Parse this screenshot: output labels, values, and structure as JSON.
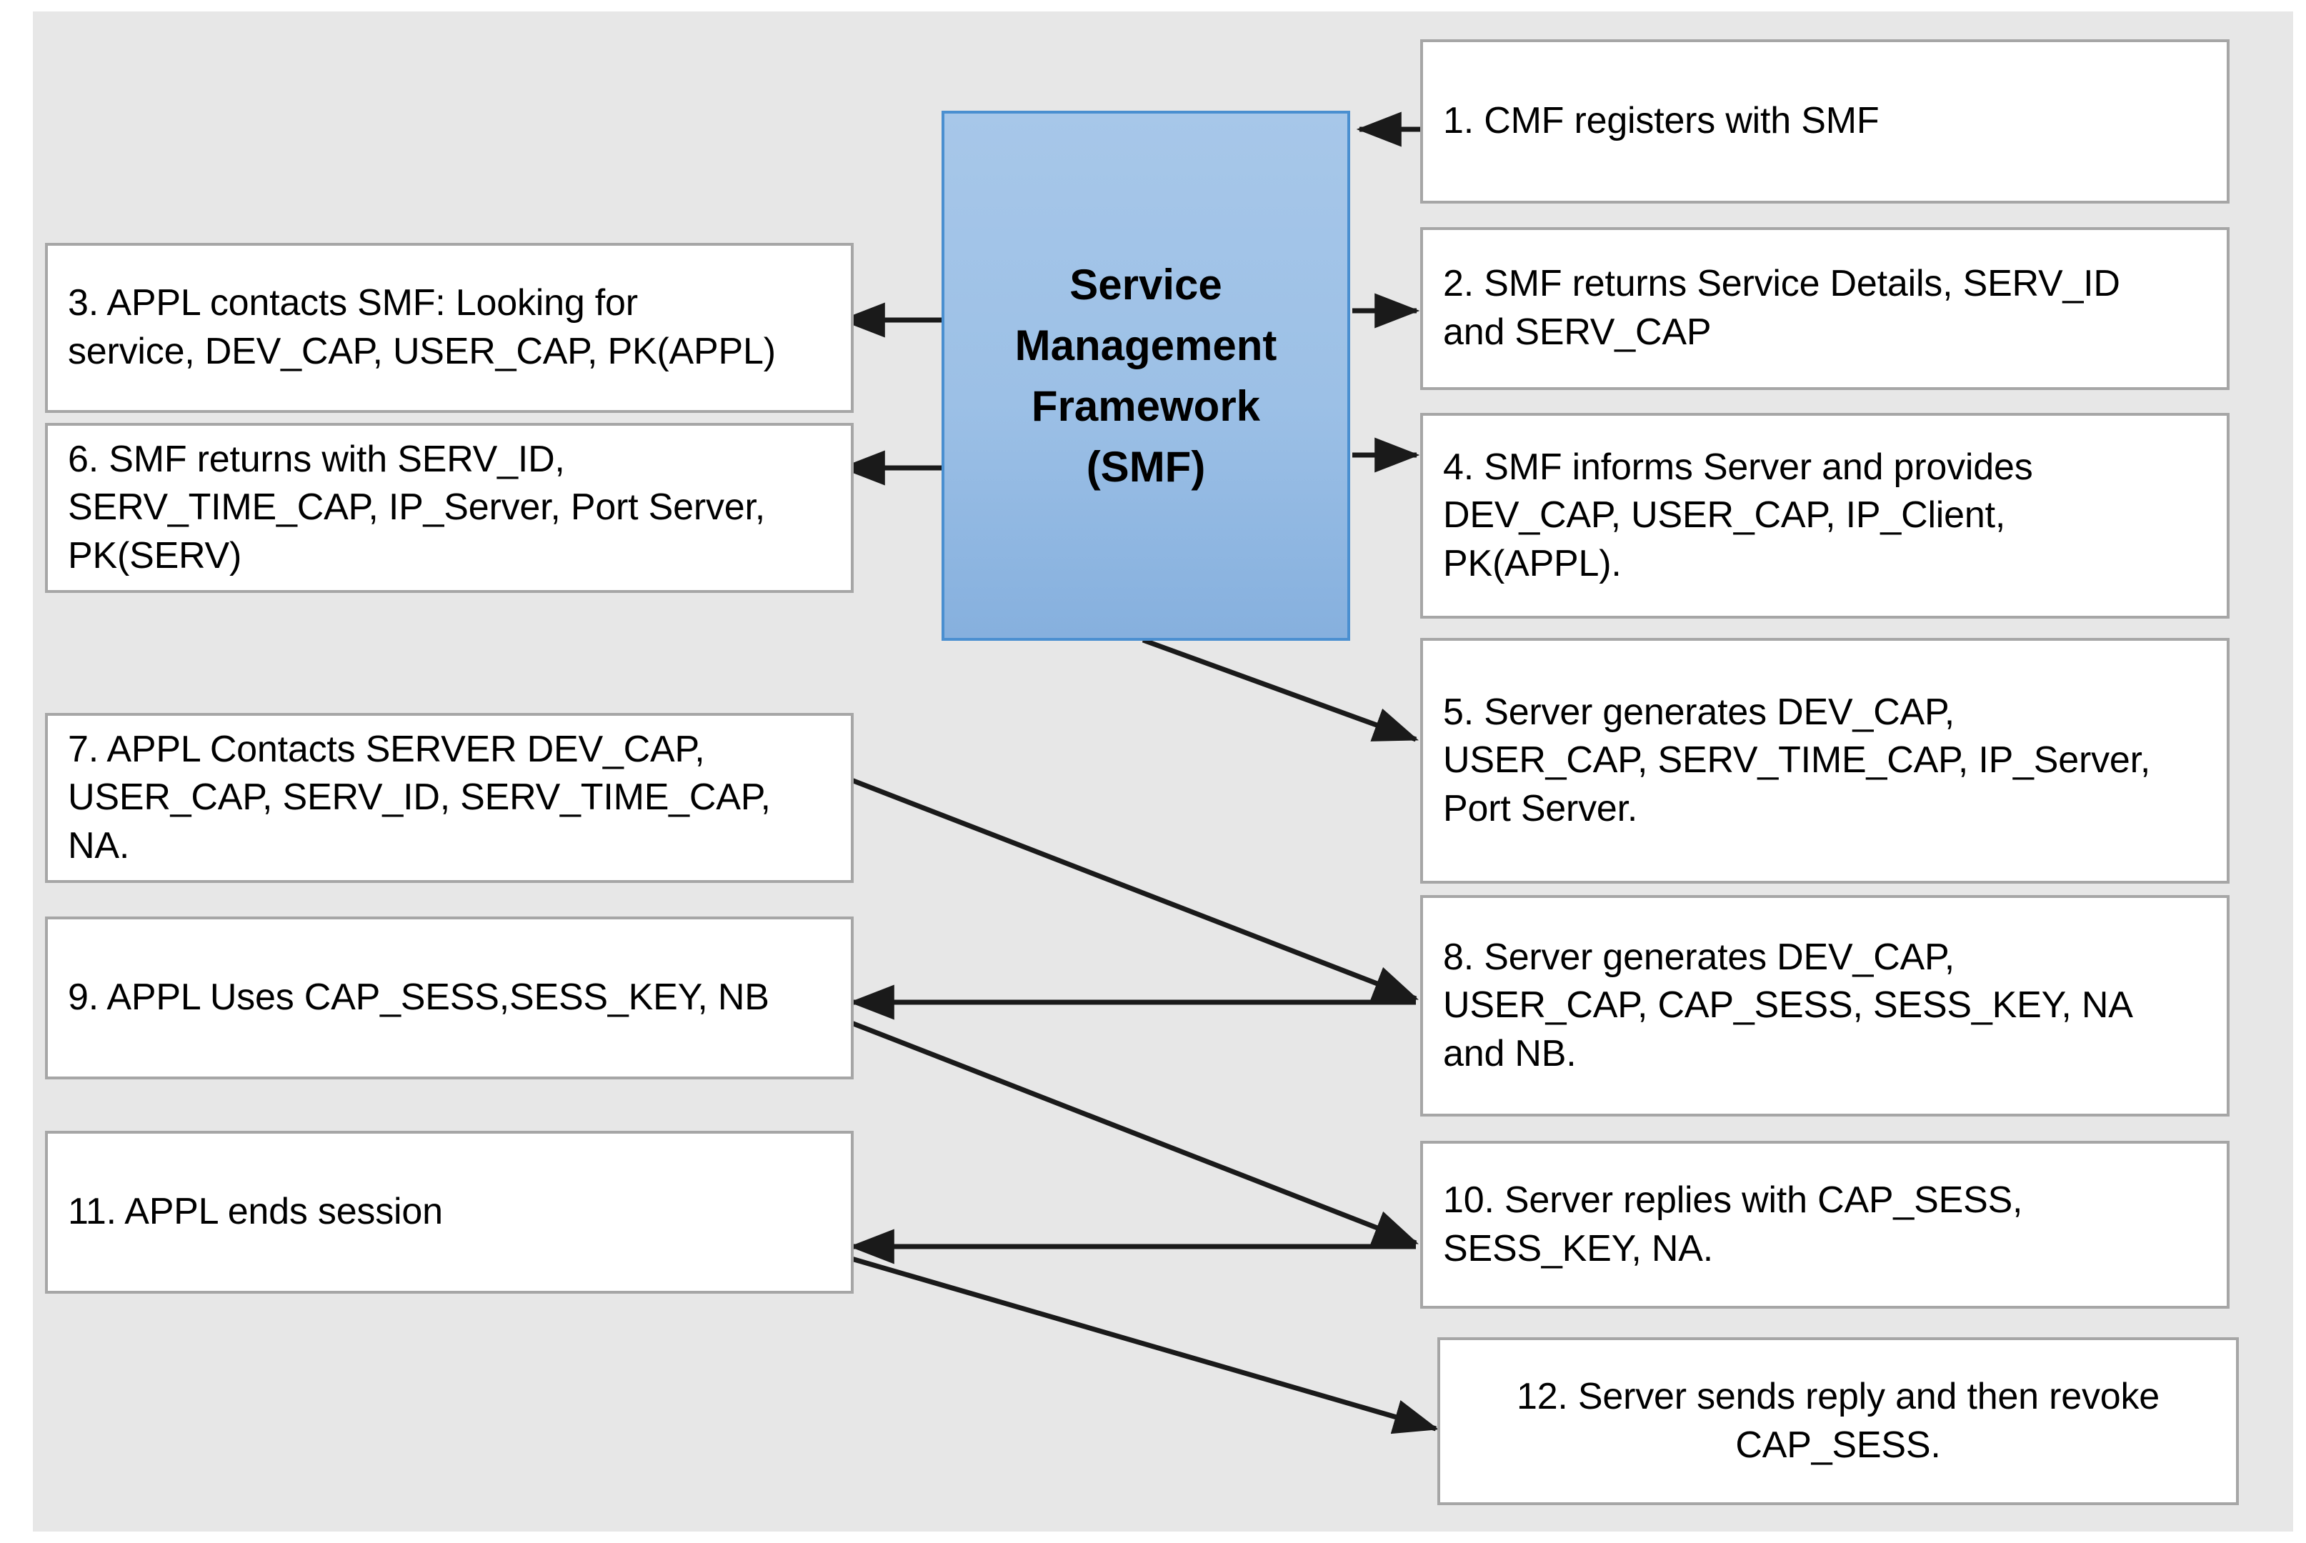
{
  "diagram": {
    "background_color": "#e7e7e7",
    "box_border_color": "#a6a6a6",
    "hub_fill_color": "#9cc0e6",
    "hub_border_color": "#4a8fd0",
    "arrow_color": "#1a1a1a"
  },
  "hub": {
    "label": "Service\nManagement\nFramework\n(SMF)"
  },
  "right_steps": [
    {
      "id": "step-1",
      "text": "1.  CMF registers with SMF"
    },
    {
      "id": "step-2",
      "text": "2.  SMF returns  Service Details, SERV_ID\nand SERV_CAP"
    },
    {
      "id": "step-4",
      "text": "4.  SMF informs Server and provides\nDEV_CAP, USER_CAP, IP_Client,\nPK(APPL)."
    },
    {
      "id": "step-5",
      "text": "5.  Server generates DEV_CAP,\nUSER_CAP, SERV_TIME_CAP, IP_Server,\nPort Server."
    },
    {
      "id": "step-8",
      "text": "8.  Server generates DEV_CAP,\nUSER_CAP,  CAP_SESS,   SESS_KEY, NA\nand NB."
    },
    {
      "id": "step-10",
      "text": "10.  Server replies with CAP_SESS,\nSESS_KEY, NA."
    },
    {
      "id": "step-12",
      "text": "12.  Server sends reply and then revoke\nCAP_SESS."
    }
  ],
  "left_steps": [
    {
      "id": "step-3",
      "text": "3. APPL contacts SMF: Looking for\nservice, DEV_CAP, USER_CAP, PK(APPL)"
    },
    {
      "id": "step-6",
      "text": "6. SMF returns with SERV_ID,\nSERV_TIME_CAP, IP_Server, Port Server,\nPK(SERV)"
    },
    {
      "id": "step-7",
      "text": "7. APPL Contacts SERVER DEV_CAP,\nUSER_CAP, SERV_ID, SERV_TIME_CAP,\nNA."
    },
    {
      "id": "step-9",
      "text": "9. APPL Uses CAP_SESS,SESS_KEY, NB"
    },
    {
      "id": "step-11",
      "text": "11. APPL ends session"
    }
  ],
  "connections": [
    {
      "id": "arrow-1",
      "from": "step-1",
      "to": "hub",
      "direction": "left"
    },
    {
      "id": "arrow-2",
      "from": "hub",
      "to": "step-2",
      "direction": "right"
    },
    {
      "id": "arrow-3",
      "from": "hub",
      "to": "step-3",
      "direction": "left"
    },
    {
      "id": "arrow-4",
      "from": "hub",
      "to": "step-4",
      "direction": "right"
    },
    {
      "id": "arrow-5",
      "from": "hub",
      "to": "step-5",
      "direction": "diagonal-down-right"
    },
    {
      "id": "arrow-6",
      "from": "hub",
      "to": "step-6",
      "direction": "left"
    },
    {
      "id": "arrow-7",
      "from": "step-7",
      "to": "step-8",
      "direction": "diagonal-down-right"
    },
    {
      "id": "arrow-8",
      "from": "step-8",
      "to": "step-9",
      "direction": "left"
    },
    {
      "id": "arrow-9",
      "from": "step-9",
      "to": "step-10",
      "direction": "diagonal-down-right"
    },
    {
      "id": "arrow-10",
      "from": "step-10",
      "to": "step-11",
      "direction": "left"
    },
    {
      "id": "arrow-11",
      "from": "step-11",
      "to": "step-12",
      "direction": "diagonal-down-right"
    }
  ]
}
